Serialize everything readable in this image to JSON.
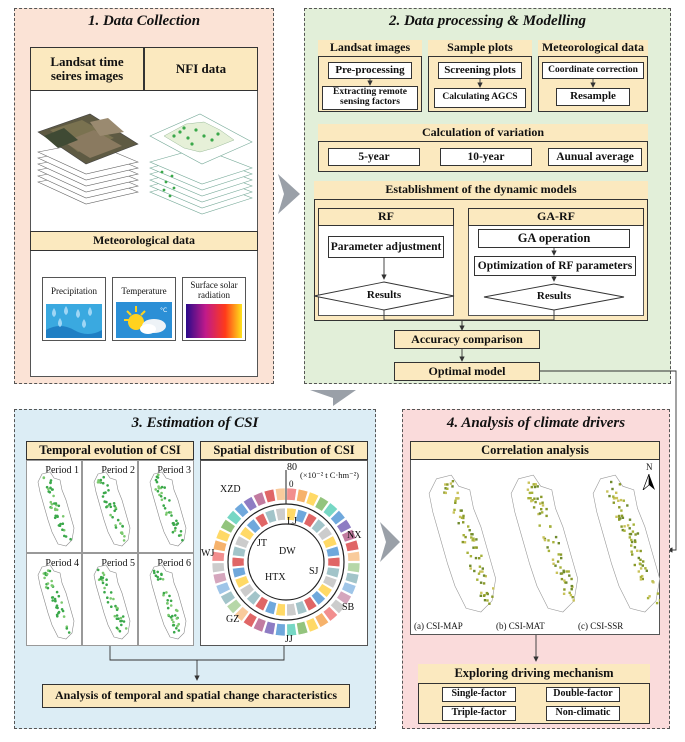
{
  "panel1": {
    "title": "1. Data Collection",
    "landsat_label": "Landsat time seires images",
    "nfi_label": "NFI data",
    "meteo_header": "Meteorological data",
    "tiles": [
      "Precipitation",
      "Temperature",
      "Surface solar radiation"
    ]
  },
  "panel2": {
    "title": "2. Data processing & Modelling",
    "landsat": {
      "header": "Landsat images",
      "step1": "Pre-processing",
      "step2": "Extracting remote sensing factors"
    },
    "plots": {
      "header": "Sample plots",
      "step1": "Screening plots",
      "step2": "Calculating AGCS"
    },
    "meteo": {
      "header": "Meteorological data",
      "step1": "Coordinate correction",
      "step2": "Resample"
    },
    "variation": {
      "header": "Calculation of variation",
      "items": [
        "5-year",
        "10-year",
        "Aunual average"
      ]
    },
    "dynamic": {
      "header": "Establishment of the dynamic models"
    },
    "rf": {
      "header": "RF",
      "step1": "Parameter adjustment",
      "result": "Results"
    },
    "garf": {
      "header": "GA-RF",
      "step1": "GA operation",
      "step2": "Optimization of RF parameters",
      "result": "Results"
    },
    "accuracy": "Accuracy comparison",
    "optimal": "Optimal model"
  },
  "panel3": {
    "title": "3. Estimation of CSI",
    "temporal_header": "Temporal evolution of CSI",
    "spatial_header": "Spatial distribution of CSI",
    "periods": [
      "Period 1",
      "Period 2",
      "Period 3",
      "Period 4",
      "Period 5",
      "Period 6"
    ],
    "scale_max": "80",
    "scale_min": "0",
    "unit": "(×10⁻² t C·hm⁻²)",
    "regions": [
      "XZD",
      "LJ",
      "NX",
      "JT",
      "DW",
      "SJ",
      "WJ",
      "HTX",
      "SB",
      "GZ",
      "JJ"
    ],
    "bottom": "Analysis of temporal and spatial change characteristics"
  },
  "panel4": {
    "title": "4. Analysis of climate drivers",
    "corr_header": "Correlation analysis",
    "north": "N",
    "maps": [
      "(a) CSI-MAP",
      "(b) CSI-MAT",
      "(c) CSI-SSR"
    ],
    "mech_header": "Exploring driving mechanism",
    "mech": [
      "Single-factor",
      "Double-factor",
      "Triple-factor",
      "Non-climatic"
    ]
  },
  "colors": {
    "panel1_bg": "#fbe3d6",
    "panel2_bg": "#e2efd9",
    "panel3_bg": "#dcedf5",
    "panel4_bg": "#fadbdb",
    "header_bg": "#fbe9bf",
    "arrow": "#9aa0a8"
  }
}
